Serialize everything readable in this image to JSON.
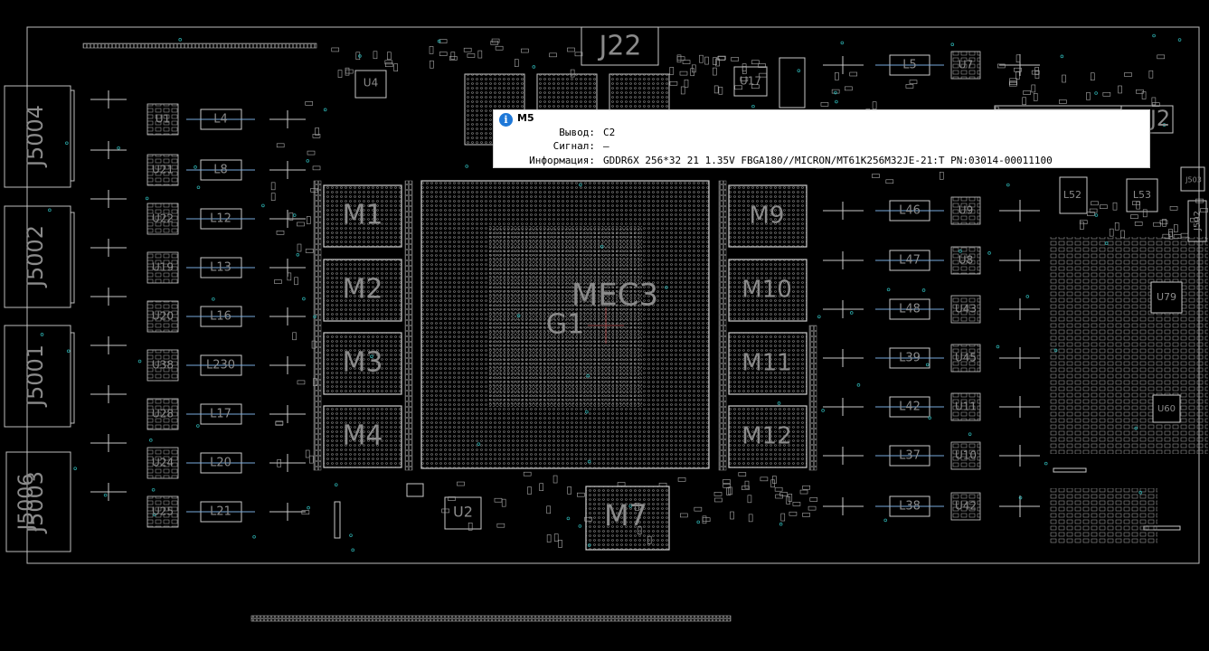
{
  "board": {
    "components": {
      "gpu": "MEC3",
      "gpu_ref": "G1",
      "memory_left": [
        "M1",
        "M2",
        "M3",
        "M4"
      ],
      "memory_right": [
        "M9",
        "M10",
        "M11",
        "M12"
      ],
      "memory_bottom": "M7",
      "connector_top": "J22",
      "connector_right": "J2",
      "connectors_left": [
        "J5004",
        "J5002",
        "J5001",
        "J5003"
      ],
      "connector_left_overlap": "J5006",
      "inductors_left": [
        "L4",
        "L8",
        "L12",
        "L13",
        "L16",
        "L230",
        "L17",
        "L20",
        "L21"
      ],
      "regulators_left": [
        "U1",
        "U21",
        "U22",
        "U19",
        "U20",
        "U38",
        "U28",
        "U24",
        "U25"
      ],
      "inductors_right": [
        "L5",
        "L46",
        "L47",
        "L48",
        "L39",
        "L42",
        "L37",
        "L38"
      ],
      "regulators_right": [
        "U7",
        "U9",
        "U8",
        "U43",
        "U45",
        "U11",
        "U10",
        "U42"
      ],
      "misc": [
        "U4",
        "U17",
        "U2",
        "L52",
        "L53",
        "U79",
        "U60",
        "J503",
        "J502"
      ]
    },
    "colors": {
      "background": "#000000",
      "outline": "#c8c8c8",
      "label": "#8a8a8a",
      "test_point": "#2aa6a6",
      "highlight_pin": "#c05050"
    }
  },
  "tooltip": {
    "title": "M5",
    "icon": "info-icon",
    "rows": [
      {
        "key": "Вывод:",
        "value": "C2"
      },
      {
        "key": "Сигнал:",
        "value": "—"
      },
      {
        "key": "Информация:",
        "value": "GDDR6X 256*32 21 1.35V FBGA180//MICRON/MT61K256M32JE-21:T PN:03014-00011100"
      }
    ]
  }
}
